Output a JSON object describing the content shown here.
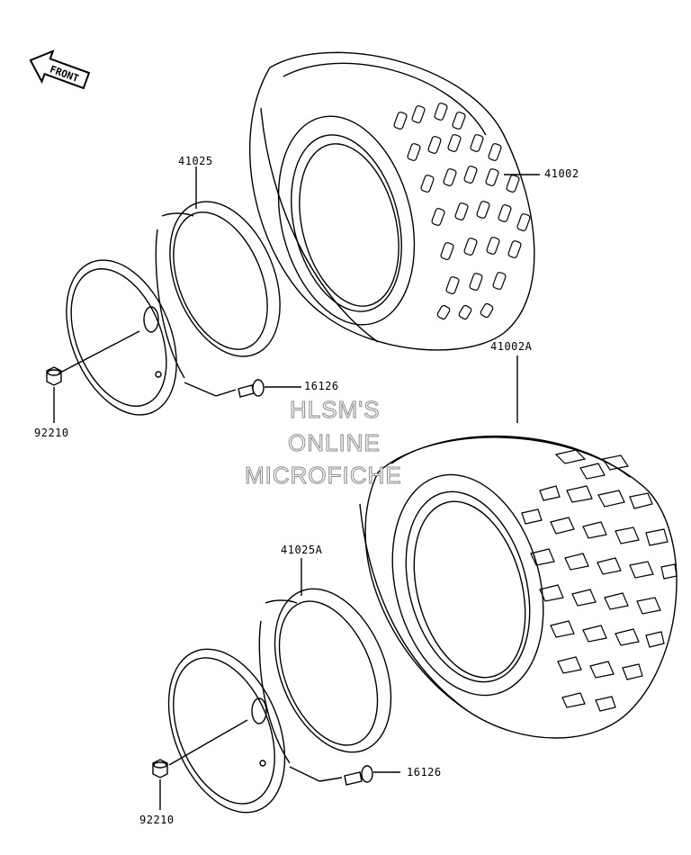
{
  "front_arrow": {
    "label": "FRONT",
    "icon": "front-arrow-icon"
  },
  "watermark": {
    "line1": "HLSM'S",
    "line2": "ONLINE",
    "line3": "MICROFICHE"
  },
  "parts": {
    "tire_front": "41002",
    "tire_rear": "41002A",
    "rim_front": "41025",
    "rim_rear": "41025A",
    "valve_top": "16126",
    "valve_bottom": "16126",
    "nut_top": "92210",
    "nut_bottom": "92210"
  }
}
